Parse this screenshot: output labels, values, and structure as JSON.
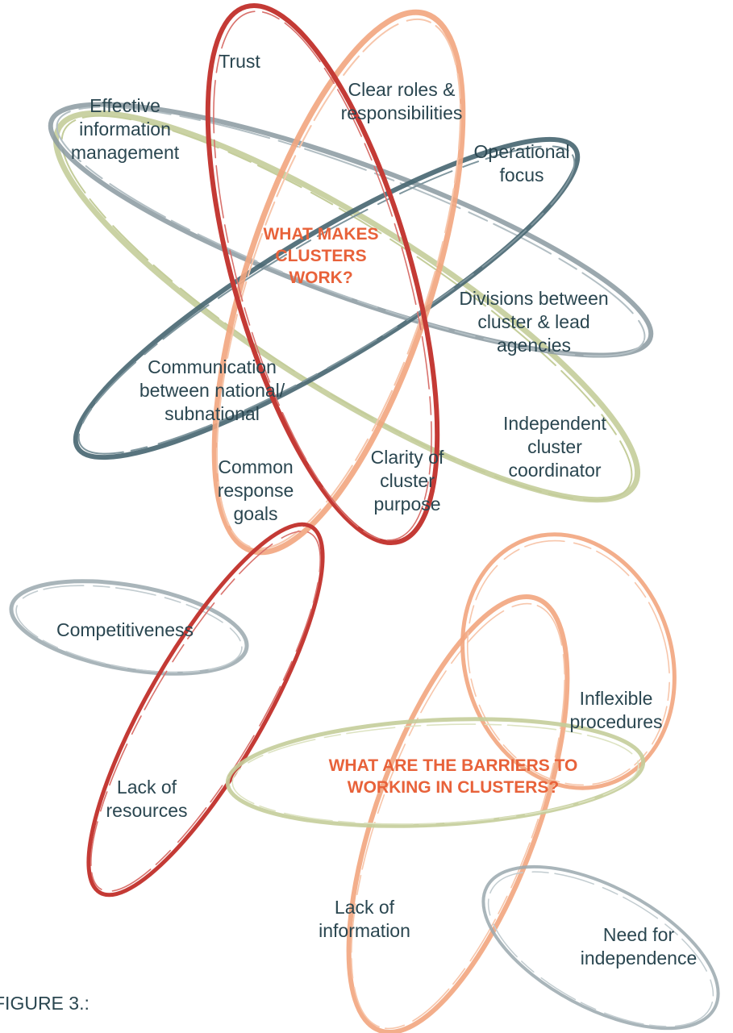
{
  "colors": {
    "text": "#2a4650",
    "heading": "#e8623a",
    "red": "#c43a35",
    "peach": "#f2a57e",
    "olive": "#c4cd9a",
    "slate": "#466570",
    "grey": "#9aa8ae"
  },
  "top": {
    "title": "WHAT MAKES\nCLUSTERS\nWORK?",
    "labels": {
      "trust": "Trust",
      "clear_roles": "Clear roles &\nresponsibilities",
      "effective_info": "Effective\ninformation\nmanagement",
      "operational_focus": "Operational\nfocus",
      "divisions": "Divisions between\ncluster & lead\nagencies",
      "communication": "Communication\nbetween national/\nsubnational",
      "independent_coordinator": "Independent\ncluster\ncoordinator",
      "common_goals": "Common\nresponse\ngoals",
      "clarity_purpose": "Clarity of\ncluster\npurpose"
    }
  },
  "bottom": {
    "title": "WHAT ARE THE BARRIERS TO\nWORKING IN CLUSTERS?",
    "labels": {
      "competitiveness": "Competitiveness",
      "inflexible": "Inflexible\nprocedures",
      "lack_resources": "Lack of\nresources",
      "lack_information": "Lack of\ninformation",
      "need_independence": "Need for\nindependence"
    }
  },
  "caption": "FIGURE 3.:"
}
